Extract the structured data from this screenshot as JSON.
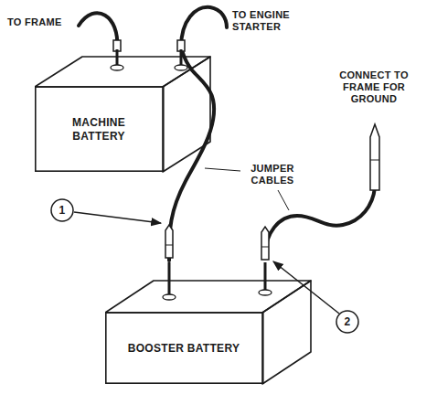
{
  "diagram": {
    "nodes": [
      {
        "text": [
          "MACHINE BATTERY"
        ]
      },
      {
        "text": [
          "BOOSTER BATTERY"
        ]
      }
    ],
    "edges": [
      {
        "from": 1,
        "to": 0,
        "arrow": "none"
      }
    ],
    "labels": [
      "TO FRAME",
      "TO ENGINE STARTER",
      "CONNECT TO FRAME FOR GROUND",
      "JUMPER CABLES",
      "1",
      "2"
    ]
  }
}
